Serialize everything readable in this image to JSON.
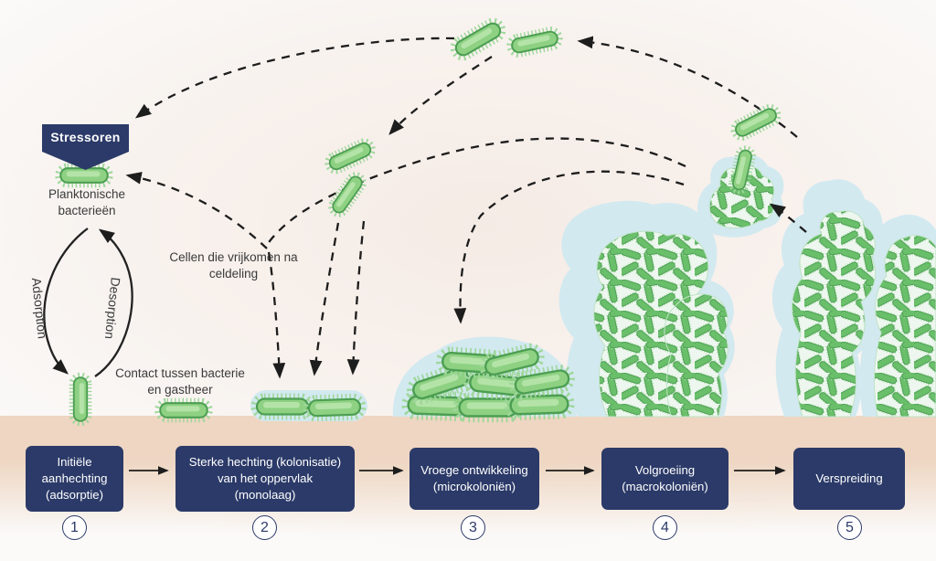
{
  "banner": {
    "label": "Stressoren"
  },
  "labels": {
    "planktonic": "Planktonische bacterieën",
    "adsorption": "Adsorption",
    "desorption": "Desorption",
    "released_cells": "Cellen die vrijkomen na celdeling",
    "contact": "Contact tussen bacterie en gastheer"
  },
  "stages": [
    {
      "number": "1",
      "lines": [
        "Initiële",
        "aanhechting",
        "(adsorptie)"
      ]
    },
    {
      "number": "2",
      "lines": [
        "Sterke hechting (kolonisatie)",
        "van het oppervlak",
        "(monolaag)"
      ]
    },
    {
      "number": "3",
      "lines": [
        "Vroege ontwikkeling",
        "(microkoloniën)"
      ]
    },
    {
      "number": "4",
      "lines": [
        "Volgroeiing",
        "(macrokoloniën)"
      ]
    },
    {
      "number": "5",
      "lines": [
        "Verspreiding"
      ]
    }
  ],
  "colors": {
    "navy": "#2b3a68",
    "bacteria_green": "#8ed183",
    "bacteria_outline": "#4c9e52",
    "biofilm_blue": "#d2e9f0",
    "surface_tan": "#eed6c2",
    "arrow_black": "#1d1d1d",
    "text": "#3a3a3a"
  }
}
